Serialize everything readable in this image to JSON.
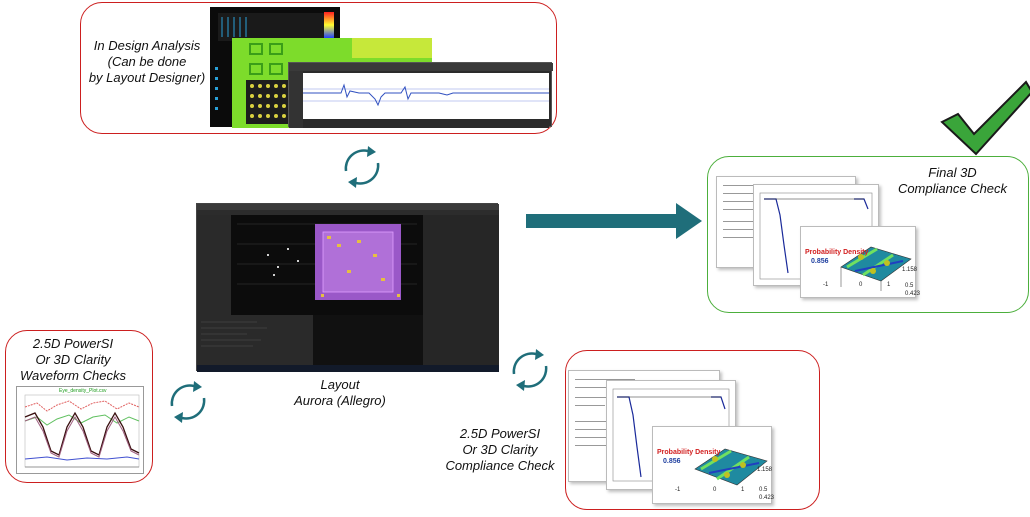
{
  "design_analysis": {
    "line1": "In Design Analysis",
    "line2": "(Can be done",
    "line3": "by Layout Designer)"
  },
  "layout": {
    "line1": "Layout",
    "line2": "Aurora (Allegro)"
  },
  "waveform": {
    "line1": "2.5D PowerSI",
    "line2": "Or 3D Clarity",
    "line3": "Waveform Checks",
    "plot_title": "Eye_density_Plot.csv"
  },
  "compliance_25d": {
    "line1": "2.5D PowerSI",
    "line2": "Or 3D Clarity",
    "line3": "Compliance Check"
  },
  "final_3d": {
    "line1": "Final 3D",
    "line2": "Compliance Check"
  },
  "pd_plot": {
    "title": "Probability Density",
    "peak": "0.856",
    "tick_right": "1.158",
    "tick_bottom_a": "0.5",
    "tick_bottom_b": "0.423",
    "tick_neg": "-1",
    "tick_zero": "0",
    "tick_one": "1"
  },
  "colors": {
    "red_border": "#cc1f1f",
    "green_border": "#4caf3c",
    "arrow": "#1f6e7a",
    "check": "#3aa53a"
  }
}
